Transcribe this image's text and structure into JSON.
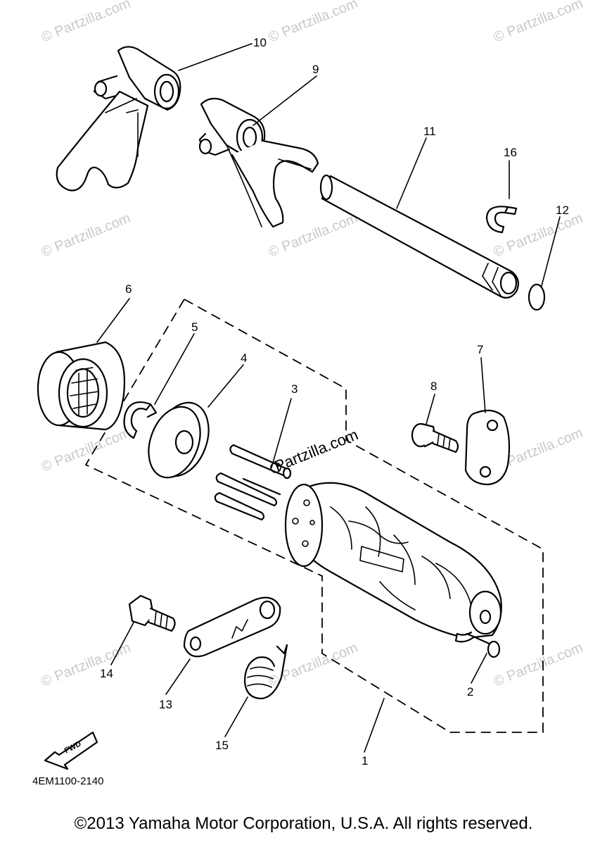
{
  "callouts": [
    {
      "num": "1"
    },
    {
      "num": "2"
    },
    {
      "num": "3"
    },
    {
      "num": "4"
    },
    {
      "num": "5"
    },
    {
      "num": "6"
    },
    {
      "num": "7"
    },
    {
      "num": "8"
    },
    {
      "num": "9"
    },
    {
      "num": "10"
    },
    {
      "num": "11"
    },
    {
      "num": "12"
    },
    {
      "num": "13"
    },
    {
      "num": "14"
    },
    {
      "num": "15"
    },
    {
      "num": "16"
    }
  ],
  "watermark": {
    "faint_text": "© Partzilla.com",
    "main_text": "Partzilla.com"
  },
  "diagram_code": "4EM1100-2140",
  "fwd_label": "FWD",
  "copyright": "©2013 Yamaha Motor Corporation, U.S.A. All rights reserved."
}
